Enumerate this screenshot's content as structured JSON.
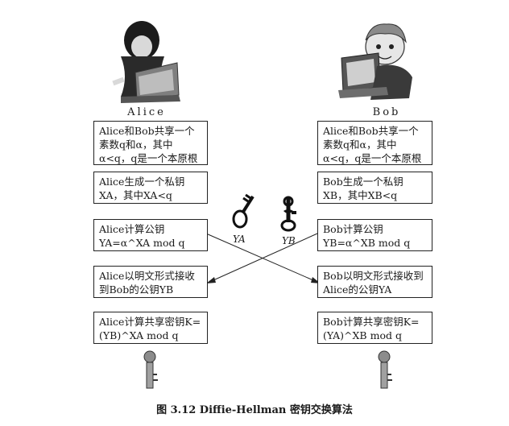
{
  "figure": {
    "alice_name": "Alice",
    "bob_name": "Bob",
    "caption": "图 3.12 Diffie-Hellman 密钥交换算法"
  },
  "alice": {
    "step1": "Alice和Bob共享一个素数q和α，其中α<q，q是一个本原根",
    "step2": "Alice生成一个私钥XA，其中XA<q",
    "step3": "Alice计算公钥YA=α^XA mod q",
    "step4": "Alice以明文形式接收到Bob的公钥YB",
    "step5": "Alice计算共享密钥K=(YB)^XA mod q"
  },
  "bob": {
    "step1": "Alice和Bob共享一个素数q和α，其中α<q，q是一个本原根",
    "step2": "Bob生成一个私钥XB，其中XB<q",
    "step3": "Bob计算公钥YB=α^XB mod q",
    "step4": "Bob以明文形式接收到Alice的公钥YA",
    "step5": "Bob计算共享密钥K=(YA)^XB mod q"
  },
  "keys": {
    "ya_label": "YA",
    "yb_label": "YB"
  },
  "colors": {
    "line": "#222222",
    "key_dark": "#111111",
    "key_light": "#9a9a9a"
  },
  "icons": [
    "alice-person-icon",
    "bob-person-icon",
    "key-ya-icon",
    "key-yb-icon",
    "alice-final-key-icon",
    "bob-final-key-icon"
  ]
}
